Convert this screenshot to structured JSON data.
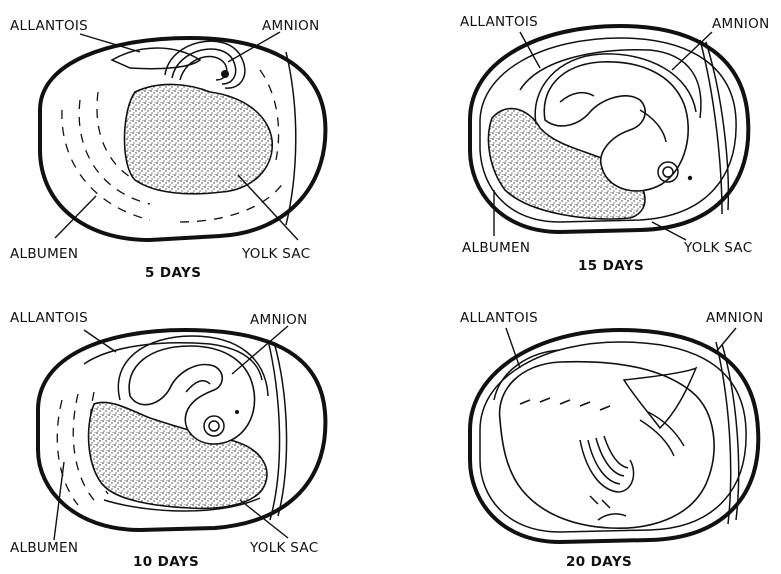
{
  "panels": [
    {
      "id": "day5",
      "caption": "5 DAYS",
      "labels": {
        "allantois": "ALLANTOIS",
        "amnion": "AMNION",
        "albumen": "ALBUMEN",
        "yolk_sac": "YOLK SAC"
      }
    },
    {
      "id": "day15",
      "caption": "15 DAYS",
      "labels": {
        "allantois": "ALLANTOIS",
        "amnion": "AMNION",
        "albumen": "ALBUMEN",
        "yolk_sac": "YOLK SAC"
      }
    },
    {
      "id": "day10",
      "caption": "10 DAYS",
      "labels": {
        "allantois": "ALLANTOIS",
        "amnion": "AMNION",
        "albumen": "ALBUMEN",
        "yolk_sac": "YOLK SAC"
      }
    },
    {
      "id": "day20",
      "caption": "20 DAYS",
      "labels": {
        "allantois": "ALLANTOIS",
        "amnion": "AMNION"
      }
    }
  ]
}
